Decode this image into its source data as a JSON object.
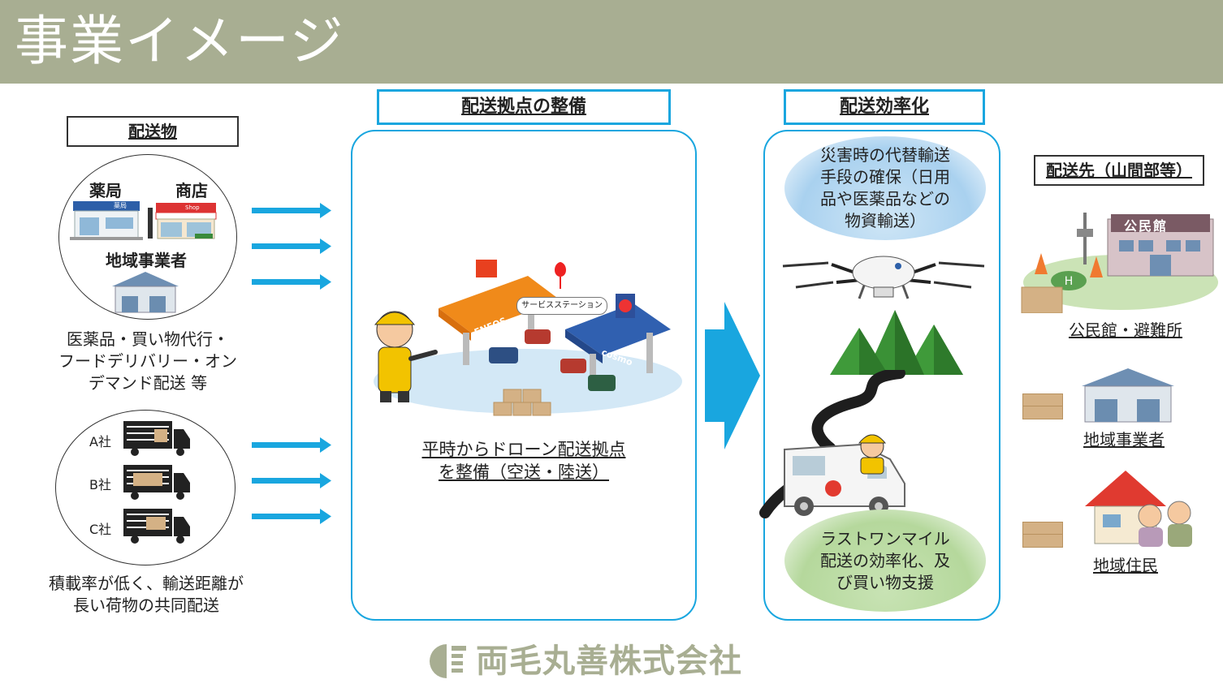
{
  "header": {
    "title": "事業イメージ"
  },
  "left": {
    "section_label": "配送物",
    "circle1": {
      "pharmacy_label": "薬局",
      "pharmacy_sign": "薬局",
      "shop_label": "商店",
      "shop_sign": "Shop",
      "business_label": "地域事業者"
    },
    "circle1_caption": [
      "医薬品・買い物代行・",
      "フードデリバリー・オン",
      "デマンド配送 等"
    ],
    "circle2": {
      "companies": [
        "A社",
        "B社",
        "C社"
      ]
    },
    "circle2_caption": [
      "積載率が低く、輸送距離が",
      "長い荷物の共同配送"
    ]
  },
  "center": {
    "section_label": "配送拠点の整備",
    "station_label": "サービスステーション",
    "brand_left": "ENEOS",
    "brand_right": "cosmo",
    "caption": [
      "平時からドローン配送拠点",
      "を整備（空送・陸送）"
    ]
  },
  "efficiency": {
    "section_label": "配送効率化",
    "top_bubble": [
      "災害時の代替輸送",
      "手段の確保（日用",
      "品や医薬品などの",
      "物資輸送）"
    ],
    "bottom_bubble": [
      "ラストワンマイル",
      "配送の効率化、及",
      "び買い物支援"
    ]
  },
  "destinations": {
    "section_label": "配送先（山間部等）",
    "hall_sign": "公民館",
    "items": [
      "公民館・避難所",
      "地域事業者",
      "地域住民"
    ]
  },
  "footer": {
    "company": "両毛丸善株式会社"
  },
  "colors": {
    "header": "#a8ae92",
    "accent": "#19a6df",
    "mountain": "#3f9a3a",
    "box": "#d4b185"
  }
}
